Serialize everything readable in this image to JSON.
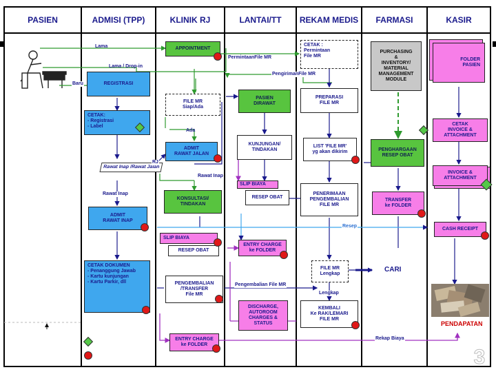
{
  "lanes": [
    {
      "key": "pasien",
      "title": "PASIEN"
    },
    {
      "key": "admisi",
      "title": "ADMISI (TPP)"
    },
    {
      "key": "klinik",
      "title": "KLINIK RJ"
    },
    {
      "key": "lantai",
      "title": "LANTAI/TT"
    },
    {
      "key": "rekam",
      "title": "REKAM MEDIS"
    },
    {
      "key": "farmasi",
      "title": "FARMASI"
    },
    {
      "key": "kasir",
      "title": "KASIR"
    }
  ],
  "boxes": {
    "appointment": [
      "APPOINTMENT"
    ],
    "registrasi": [
      "REGISTRASI"
    ],
    "cetak_reg": [
      "CETAK:",
      "- Registrasi",
      "- Label"
    ],
    "file_mr": [
      "FILE MR",
      "Siap/Ada"
    ],
    "admit_rj": [
      "ADMIT",
      "RAWAT JALAN"
    ],
    "konsultasi": [
      "KONSULTASI/",
      "TINDAKAN"
    ],
    "admit_ri": [
      "ADMIT",
      "RAWAT INAP"
    ],
    "slip_biaya_rj": [
      "SLIP BIAYA"
    ],
    "resep_obat_rj": [
      "RESEP OBAT"
    ],
    "cetak_dokumen": [
      "CETAK DOKUMEN",
      "- Penanggung Jawab",
      "- Kartu kunjungan",
      "- Kartu Parkir, dll"
    ],
    "pengembalian": [
      "PENGEMBALIAN",
      "/TRANSFER",
      "File MR"
    ],
    "entry_charge_rj": [
      "ENTRY CHARGE",
      "ke FOLDER"
    ],
    "pasien_dirawat": [
      "PASIEN",
      "DIRAWAT"
    ],
    "kunjungan": [
      "KUNJUNGAN/",
      "TINDAKAN"
    ],
    "slip_biaya_ri": [
      "SLIP BIAYA"
    ],
    "resep_obat_ri": [
      "RESEP OBAT"
    ],
    "entry_charge_ri": [
      "ENTRY CHARGE",
      "ke FOLDER"
    ],
    "discharge": [
      "DISCHARGE,",
      "AUTOROOM",
      "CHARGES &",
      "STATUS"
    ],
    "cetak_permintaan": [
      "CETAK :",
      "Permintaan",
      "File MR"
    ],
    "preparasi": [
      "PREPARASI",
      "FILE MR"
    ],
    "list_file": [
      "LIST 'FILE MR'",
      "yg akan dikirim"
    ],
    "penerimaan": [
      "PENERIMAAN",
      "PENGEMBALIAN",
      "FILE MR"
    ],
    "file_lengkap": [
      "FILE MR",
      "Lengkap"
    ],
    "kembali": [
      "KEMBALI",
      "Ke RAK/LEMARI",
      "FILE MR"
    ],
    "purchasing": [
      "PURCHASING",
      "&",
      "INVENTORY/",
      "MATERIAL",
      "MANAGEMENT",
      "MODULE"
    ],
    "penghargaan": [
      "PENGHARGAAN",
      "RESEP OBAT"
    ],
    "transfer_folder": [
      "TRANSFER",
      "ke FOLDER"
    ],
    "folder_pasien": [
      "FOLDER",
      "PASIEN"
    ],
    "cetak_invoice": [
      "CETAK",
      "INVOICE &",
      "ATTACHMENT"
    ],
    "invoice": [
      "INVOICE &",
      "ATTACHMENT"
    ],
    "cash_receipt": [
      "CASH RECEIPT"
    ]
  },
  "labels": {
    "lama": "Lama",
    "lama_dropin": "Lama / Drop-in",
    "baru": "Baru",
    "permintaan": [
      "Permintaan",
      "File MR"
    ],
    "pengiriman": [
      "Pengiriman",
      "File MR"
    ],
    "ada": "Ada",
    "rawat_choice": [
      "Rawat Inap /",
      "Rawat Jalan"
    ],
    "rj": "RJ",
    "rawat_inap": "Rawat Inap",
    "rawat_inap2": "Rawat Inap",
    "resep": "Resep",
    "pengembalian_file": "Pengembalian File MR",
    "lengkap": "Lengkap",
    "cari": "CARI",
    "rekap_biaya": "Rekap Biaya",
    "pendapatan": "PENDAPATAN",
    "page_no": "3"
  },
  "colors": {
    "header_text": "#1a1a8c",
    "box_blue": "#3fa7ee",
    "box_green": "#58c43f",
    "box_pink": "#f77ee8",
    "box_gray": "#c8c8c8",
    "marker_red": "#e01818",
    "marker_green": "#55c848",
    "arrow_green": "#2e9a2e",
    "arrow_blue": "#1a1a8c",
    "arrow_purple": "#a030c0"
  }
}
